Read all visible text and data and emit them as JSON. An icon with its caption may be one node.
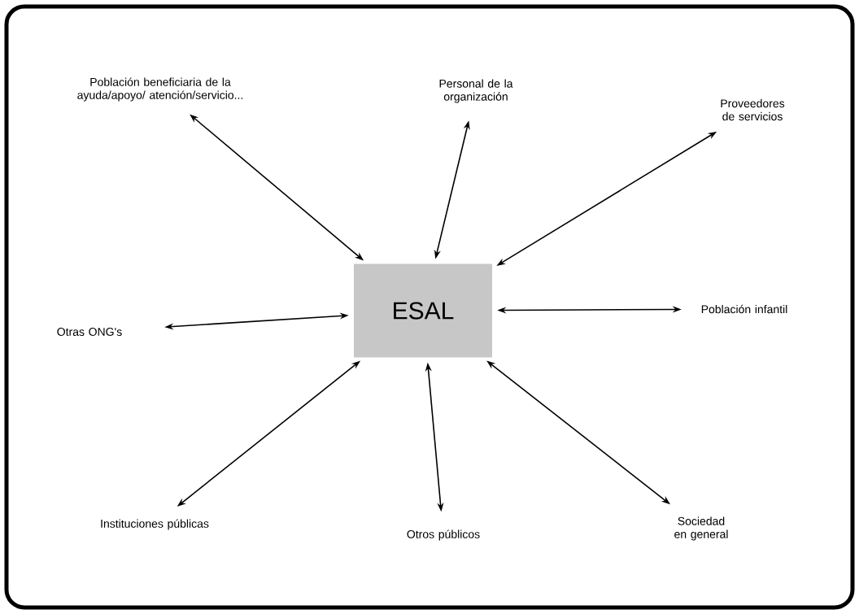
{
  "diagram": {
    "nodes": [
      {
        "text": [
          "Población beneficiaria de la ayuda/apoyo/ atención/servicio..."
        ]
      },
      {
        "text": [
          "Personal de la organización"
        ]
      },
      {
        "text": [
          "Proveedores de servicios"
        ]
      },
      {
        "text": [
          "Otras ONG's"
        ]
      },
      {
        "text": [
          "ESAL"
        ]
      },
      {
        "text": [
          "Población infantil"
        ]
      },
      {
        "text": [
          "Instituciones públicas"
        ]
      },
      {
        "text": [
          "Otros públicos"
        ]
      },
      {
        "text": [
          "Sociedad en general"
        ]
      }
    ],
    "edges": [
      {
        "from": 4,
        "to": 0,
        "arrow": "both"
      },
      {
        "from": 4,
        "to": 1,
        "arrow": "both"
      },
      {
        "from": 4,
        "to": 2,
        "arrow": "both"
      },
      {
        "from": 4,
        "to": 3,
        "arrow": "both"
      },
      {
        "from": 4,
        "to": 5,
        "arrow": "both"
      },
      {
        "from": 4,
        "to": 6,
        "arrow": "both"
      },
      {
        "from": 4,
        "to": 7,
        "arrow": "both"
      },
      {
        "from": 4,
        "to": 8,
        "arrow": "both"
      }
    ]
  }
}
